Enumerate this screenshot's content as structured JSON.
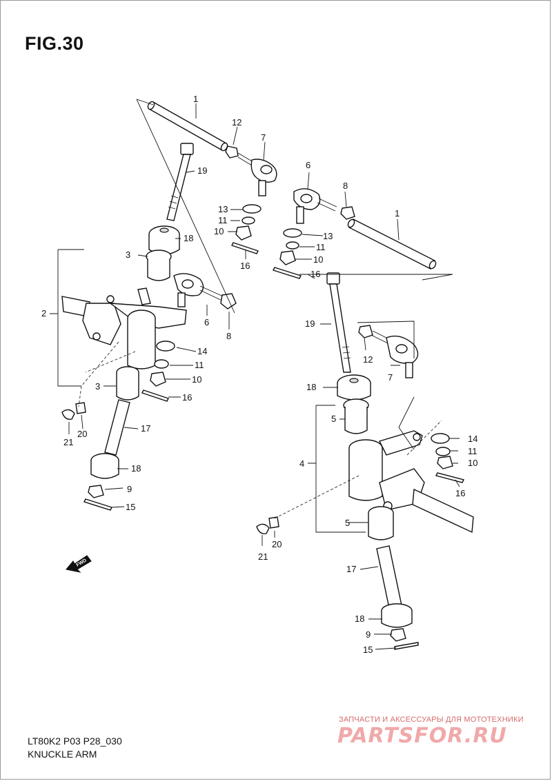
{
  "figure": {
    "title": "FIG.30",
    "code": "LT80K2 P03 P28_030",
    "name": "KNUCKLE ARM",
    "fwd_label": "FWD"
  },
  "watermark": {
    "text": "ЗАПЧАСТИ И АКСЕССУАРЫ ДЛЯ МОТОТЕХНИКИ",
    "logo": "PARTSFOR.RU"
  },
  "callouts": {
    "l1": "1",
    "l12": "12",
    "l7": "7",
    "l19": "19",
    "l13": "13",
    "l11": "11",
    "l10": "10",
    "l16": "16",
    "l18": "18",
    "l3": "3",
    "l2": "2",
    "l6": "6",
    "l8": "8",
    "l14": "14",
    "l11b": "11",
    "l10b": "10",
    "l3b": "3",
    "l16b": "16",
    "l17": "17",
    "l20": "20",
    "l21": "21",
    "l18b": "18",
    "l9": "9",
    "l15": "15",
    "r6": "6",
    "r8": "8",
    "r1": "1",
    "r13": "13",
    "r11": "11",
    "r10": "10",
    "r16": "16",
    "r19": "19",
    "r12": "12",
    "r7": "7",
    "r18": "18",
    "r5": "5",
    "r4": "4",
    "r14": "14",
    "r11b": "11",
    "r10b": "10",
    "r16b": "16",
    "r5b": "5",
    "r20": "20",
    "r21": "21",
    "r17": "17",
    "r18b": "18",
    "r9": "9",
    "r15": "15"
  }
}
